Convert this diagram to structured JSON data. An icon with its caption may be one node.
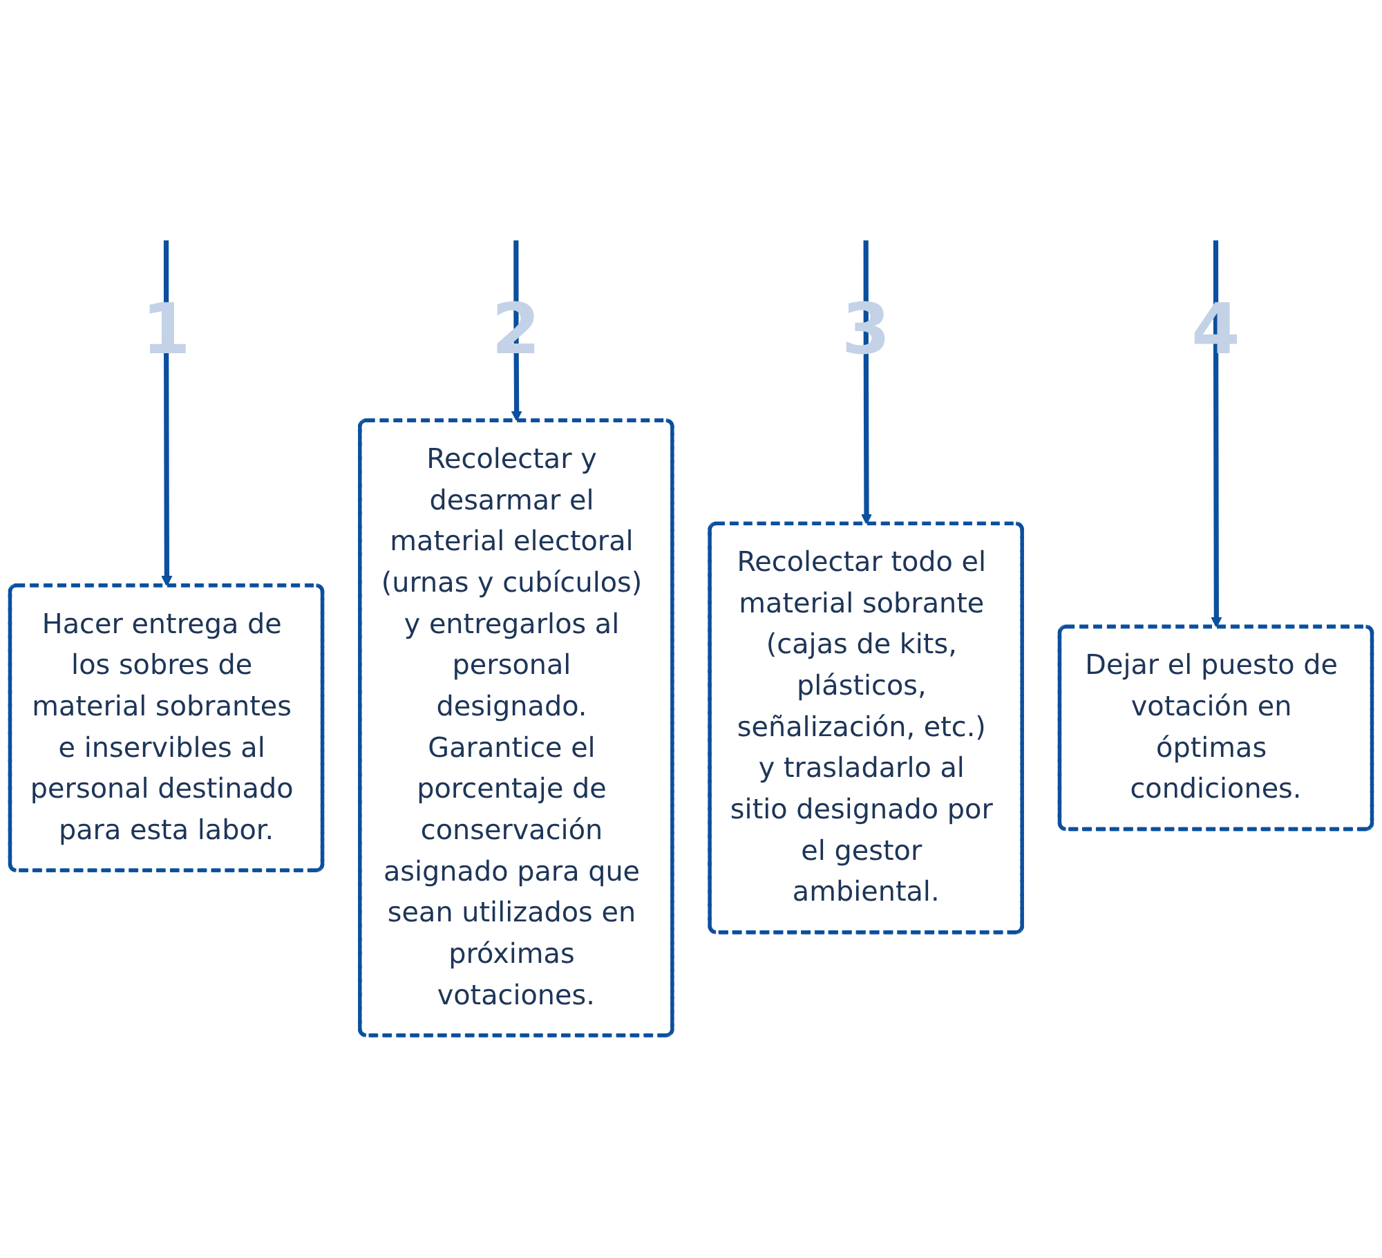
{
  "diagram": {
    "nodes": [
      {
        "text": [
          "Hacer entrega de los sobres de material sobrantes e inservibles al personal destinado para esta labor."
        ],
        "beside": [
          "1"
        ]
      },
      {
        "text": [
          "Recolectar y desarmar el material electoral (urnas y cubículos) y entregarlos al personal designado. Garantice el porcentaje de conservación asignado para que sean utilizados en próximas votaciones."
        ],
        "beside": [
          "2"
        ]
      },
      {
        "text": [
          "Recolectar todo el material sobrante (cajas de kits, plásticos, señalización, etc.) y trasladarlo al sitio designado por el gestor ambiental."
        ],
        "beside": [
          "3"
        ]
      },
      {
        "text": [
          "Dejar el puesto de votación en óptimas condiciones."
        ],
        "beside": [
          "4"
        ]
      }
    ],
    "edges": [
      {
        "from": null,
        "to": 0,
        "arrow": "to"
      },
      {
        "from": null,
        "to": 1,
        "arrow": "to"
      },
      {
        "from": null,
        "to": 2,
        "arrow": "to"
      },
      {
        "from": null,
        "to": 3,
        "arrow": "to"
      }
    ]
  }
}
